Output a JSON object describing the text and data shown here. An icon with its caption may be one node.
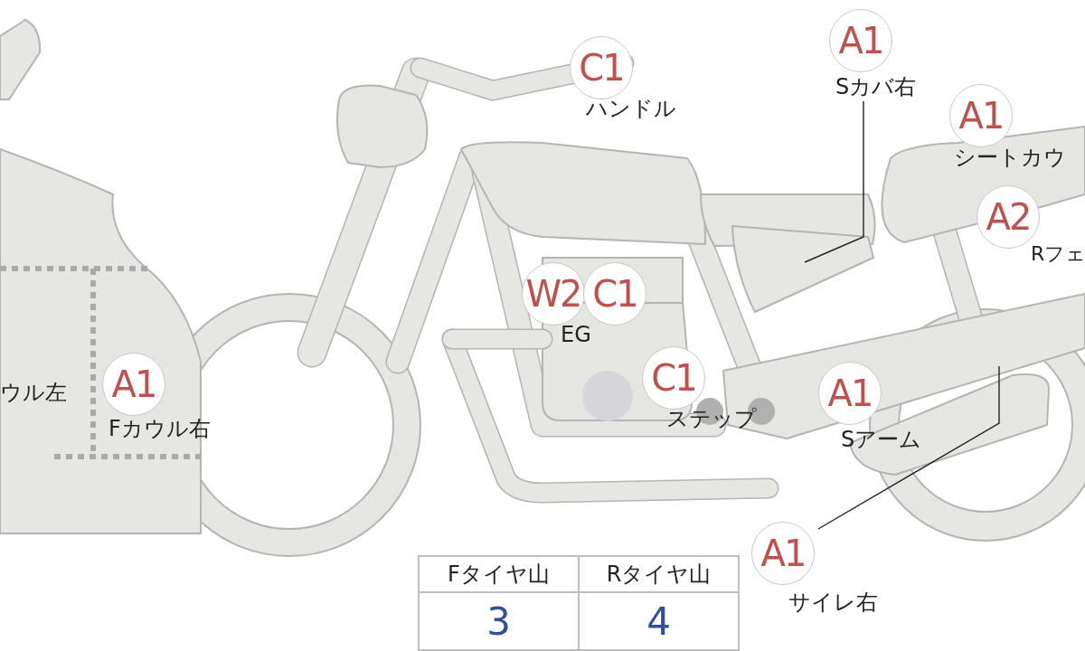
{
  "diagram": {
    "nodes": [
      {
        "text": [
          "C1",
          "ハンドル"
        ]
      },
      {
        "text": [
          "A1",
          "Sカバ右"
        ]
      },
      {
        "text": [
          "A1",
          "シートカウ"
        ]
      },
      {
        "text": [
          "A2",
          "Rフェ"
        ]
      },
      {
        "text": [
          "W2"
        ]
      },
      {
        "text": [
          "C1"
        ]
      },
      {
        "text": [
          "A1",
          "Fカウル右"
        ]
      },
      {
        "text": [
          "C1",
          "ステップ"
        ]
      },
      {
        "text": [
          "A1",
          "Sアーム"
        ]
      },
      {
        "text": [
          "A1",
          "サイレ右"
        ]
      }
    ],
    "edges": [
      {
        "from": 1,
        "to": null,
        "arrow": "none"
      },
      {
        "from": 9,
        "to": null,
        "arrow": "none"
      }
    ],
    "labels": [
      "EG",
      "ウル左",
      "Fタイヤ山",
      "Rタイヤ山",
      "3",
      "4"
    ]
  }
}
